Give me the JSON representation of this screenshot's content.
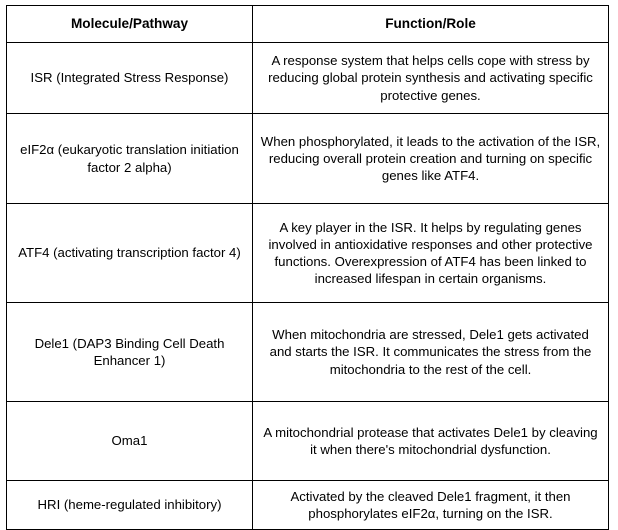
{
  "table": {
    "columns": [
      {
        "key": "molecule",
        "label": "Molecule/Pathway"
      },
      {
        "key": "function",
        "label": "Function/Role"
      }
    ],
    "rows": [
      {
        "molecule": "ISR (Integrated Stress Response)",
        "function": "A response system that helps cells cope with stress by reducing global protein synthesis and activating specific protective genes."
      },
      {
        "molecule": "eIF2α (eukaryotic translation initiation factor 2 alpha)",
        "function": "When phosphorylated, it leads to the activation of the ISR, reducing overall protein creation and turning on specific genes like ATF4."
      },
      {
        "molecule": "ATF4 (activating transcription factor 4)",
        "function": "A key player in the ISR. It helps by regulating genes involved in antioxidative responses and other protective functions. Overexpression of ATF4 has been linked to increased lifespan in certain organisms."
      },
      {
        "molecule": "Dele1 (DAP3 Binding Cell Death Enhancer 1)",
        "function": "When mitochondria are stressed, Dele1 gets activated and starts the ISR. It communicates the stress from the mitochondria to the rest of the cell."
      },
      {
        "molecule": "Oma1",
        "function": "A mitochondrial protease that activates Dele1 by cleaving it when there's mitochondrial dysfunction."
      },
      {
        "molecule": "HRI (heme-regulated inhibitory)",
        "function": "Activated by the cleaved Dele1 fragment, it then phosphorylates eIF2α, turning on the ISR."
      }
    ]
  },
  "style": {
    "border_color": "#000000",
    "text_color": "#000000",
    "background_color": "#ffffff"
  }
}
